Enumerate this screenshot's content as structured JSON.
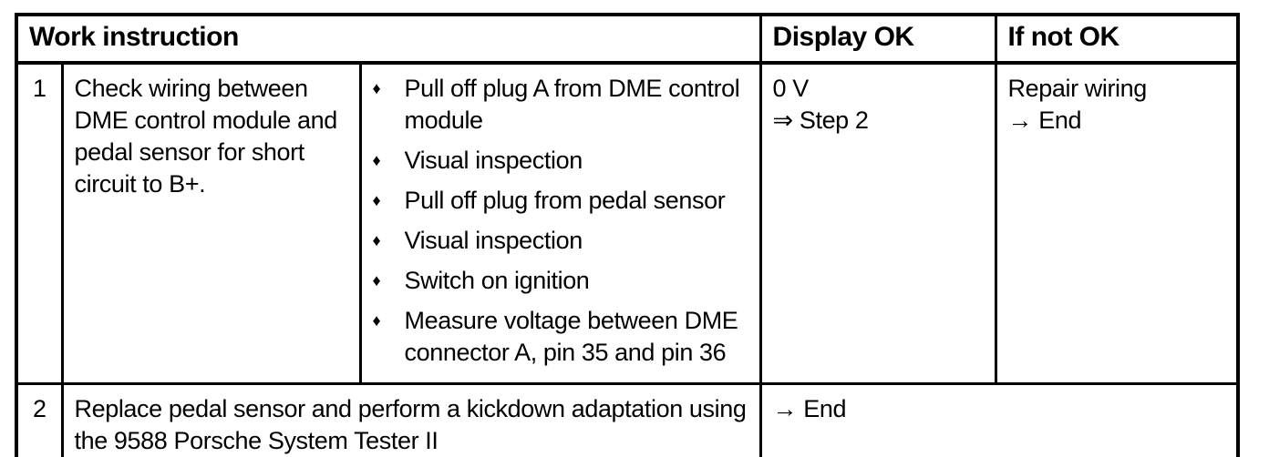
{
  "colors": {
    "border": "#000000",
    "text": "#000000",
    "background": "#ffffff"
  },
  "bullet_glyph": "♦",
  "table": {
    "header": {
      "work_instruction": "Work instruction",
      "display_ok": "Display OK",
      "if_not_ok": "If not OK"
    },
    "rows": [
      {
        "step": "1",
        "description": "Check wiring between DME control module and pedal sensor for short circuit to B+.",
        "procedures": [
          "Pull off plug A from DME control module",
          "Visual inspection",
          "Pull off plug from pedal sensor",
          "Visual inspection",
          "Switch on ignition",
          "Measure voltage between DME connector A, pin 35 and pin 36"
        ],
        "display_ok": [
          "0 V",
          "⇒ Step 2"
        ],
        "if_not_ok": [
          "Repair wiring",
          "→ End"
        ]
      },
      {
        "step": "2",
        "description": "Replace pedal sensor and perform a kickdown adaptation using the 9588 Porsche System Tester II",
        "result": "→ End"
      }
    ]
  }
}
